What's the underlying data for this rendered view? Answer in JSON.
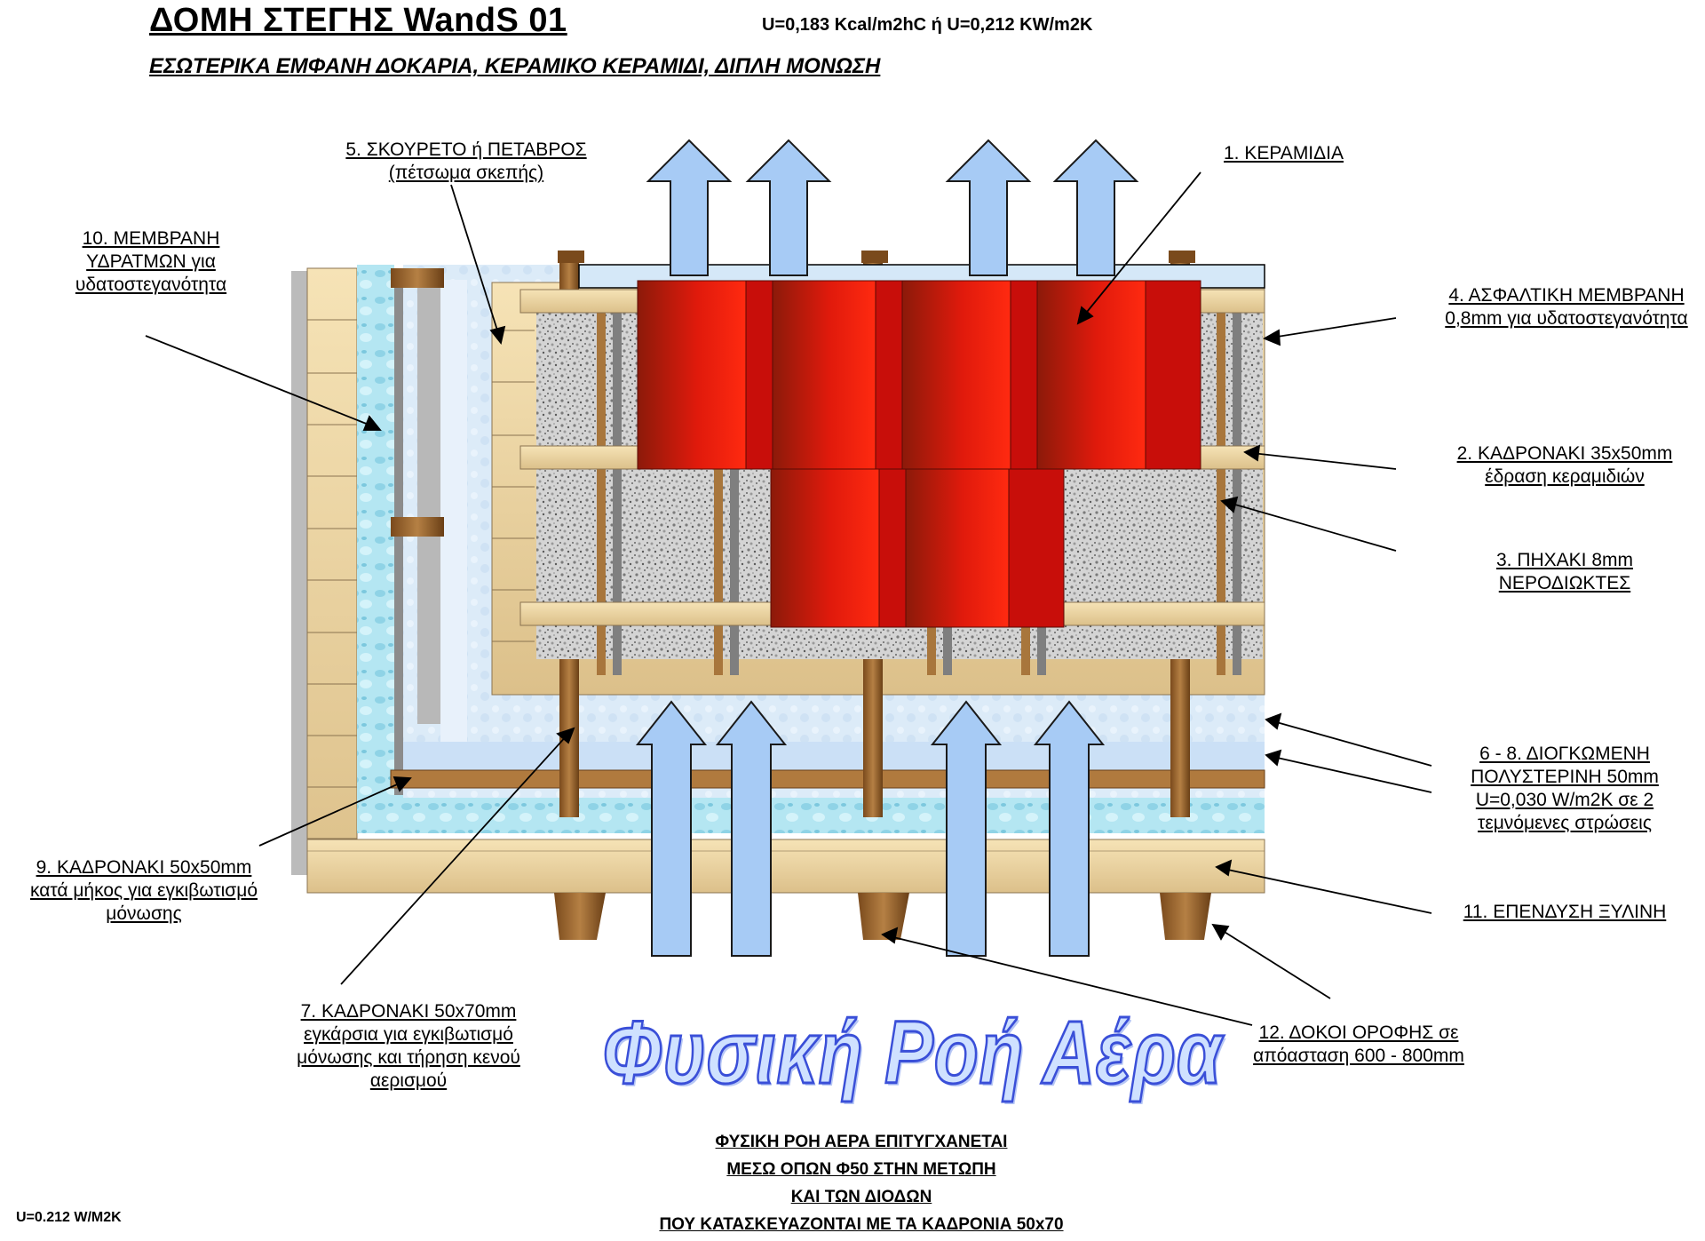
{
  "title": "ΔΟΜΗ ΣΤΕΓΗΣ  WandS 01",
  "u_value_header": "U=0,183 Kcal/m2hC ή U=0,212 KW/m2K",
  "subtitle": "ΕΣΩΤΕΡΙΚΑ ΕΜΦΑΝΗ ΔΟΚΑΡΙΑ, ΚΕΡΑΜΙΚΟ ΚΕΡΑΜΙΔΙ, ΔΙΠΛΗ ΜΟΝΩΣΗ",
  "labels": {
    "l1": [
      "1. ΚΕΡΑΜΙΔΙΑ"
    ],
    "l2": [
      "2. ΚΑΔΡΟΝΑΚΙ 35x50mm",
      "έδραση κεραμιδιών"
    ],
    "l3": [
      "3. ΠΗΧΑΚΙ 8mm",
      "ΝΕΡΟΔΙΩΚΤΕΣ"
    ],
    "l4": [
      "4. ΑΣΦΑΛΤΙΚΗ ΜΕΜΒΡΑΝΗ",
      "0,8mm για υδατοστεγανότητα"
    ],
    "l5": [
      "5. ΣΚΟΥΡΕΤΟ ή ΠΕΤΑΒΡΟΣ",
      "(πέτσωμα σκεπής)"
    ],
    "l68": [
      "6 - 8. ΔΙΟΓΚΩΜΕΝΗ",
      "ΠΟΛΥΣΤΕΡΙΝΗ 50mm",
      "U=0,030 W/m2K σε 2",
      "τεμνόμενες στρώσεις"
    ],
    "l7": [
      "7.  ΚΑΔΡΟΝΑΚΙ 50x70mm",
      "εγκάρσια για εγκιβωτισμό",
      "μόνωσης και τήρηση κενού",
      "αερισμού"
    ],
    "l9": [
      "9. ΚΑΔΡΟΝΑΚΙ 50x50mm",
      "κατά μήκος για εγκιβωτισμό",
      "μόνωσης"
    ],
    "l10": [
      "10. ΜΕΜΒΡΑΝΗ",
      "ΥΔΡΑΤΜΩΝ για",
      "υδατοστεγανότητα"
    ],
    "l11": [
      "11. ΕΠΕΝΔΥΣΗ ΞΥΛΙΝΗ"
    ],
    "l12": [
      "12. ΔΟΚΟΙ ΟΡΟΦΗΣ σε",
      "απόασταση 600 - 800mm"
    ]
  },
  "air_flow_title": "Φυσική Ροή Αέρα",
  "air_flow_note": [
    "ΦΥΣΙΚΗ ΡΟΗ ΑΕΡΑ ΕΠΙΤΥΓΧΑΝΕΤΑΙ",
    "ΜΕΣΩ  ΟΠΩΝ Φ50 ΣΤΗΝ ΜΕΤΩΠΗ",
    "ΚΑΙ ΤΩΝ ΔΙΟΔΩΝ",
    "ΠΟΥ ΚΑΤΑΣΚΕΥΑΖΟΝΤΑΙ  ΜΕ ΤΑ ΚΑΔΡΟΝΙΑ 50x70"
  ],
  "u_value_footer": "U=0.212 W/M2K",
  "colors": {
    "tile_red": "#e8140c",
    "tile_dark": "#8c1208",
    "wood": "#ecd6a6",
    "beam": "#9a6a32",
    "insulation": "#c8ddf5",
    "gravel": "#c9c9c9",
    "arrow_blue": "#a7cbf5",
    "vapour_membrane": "#a8dcec"
  }
}
